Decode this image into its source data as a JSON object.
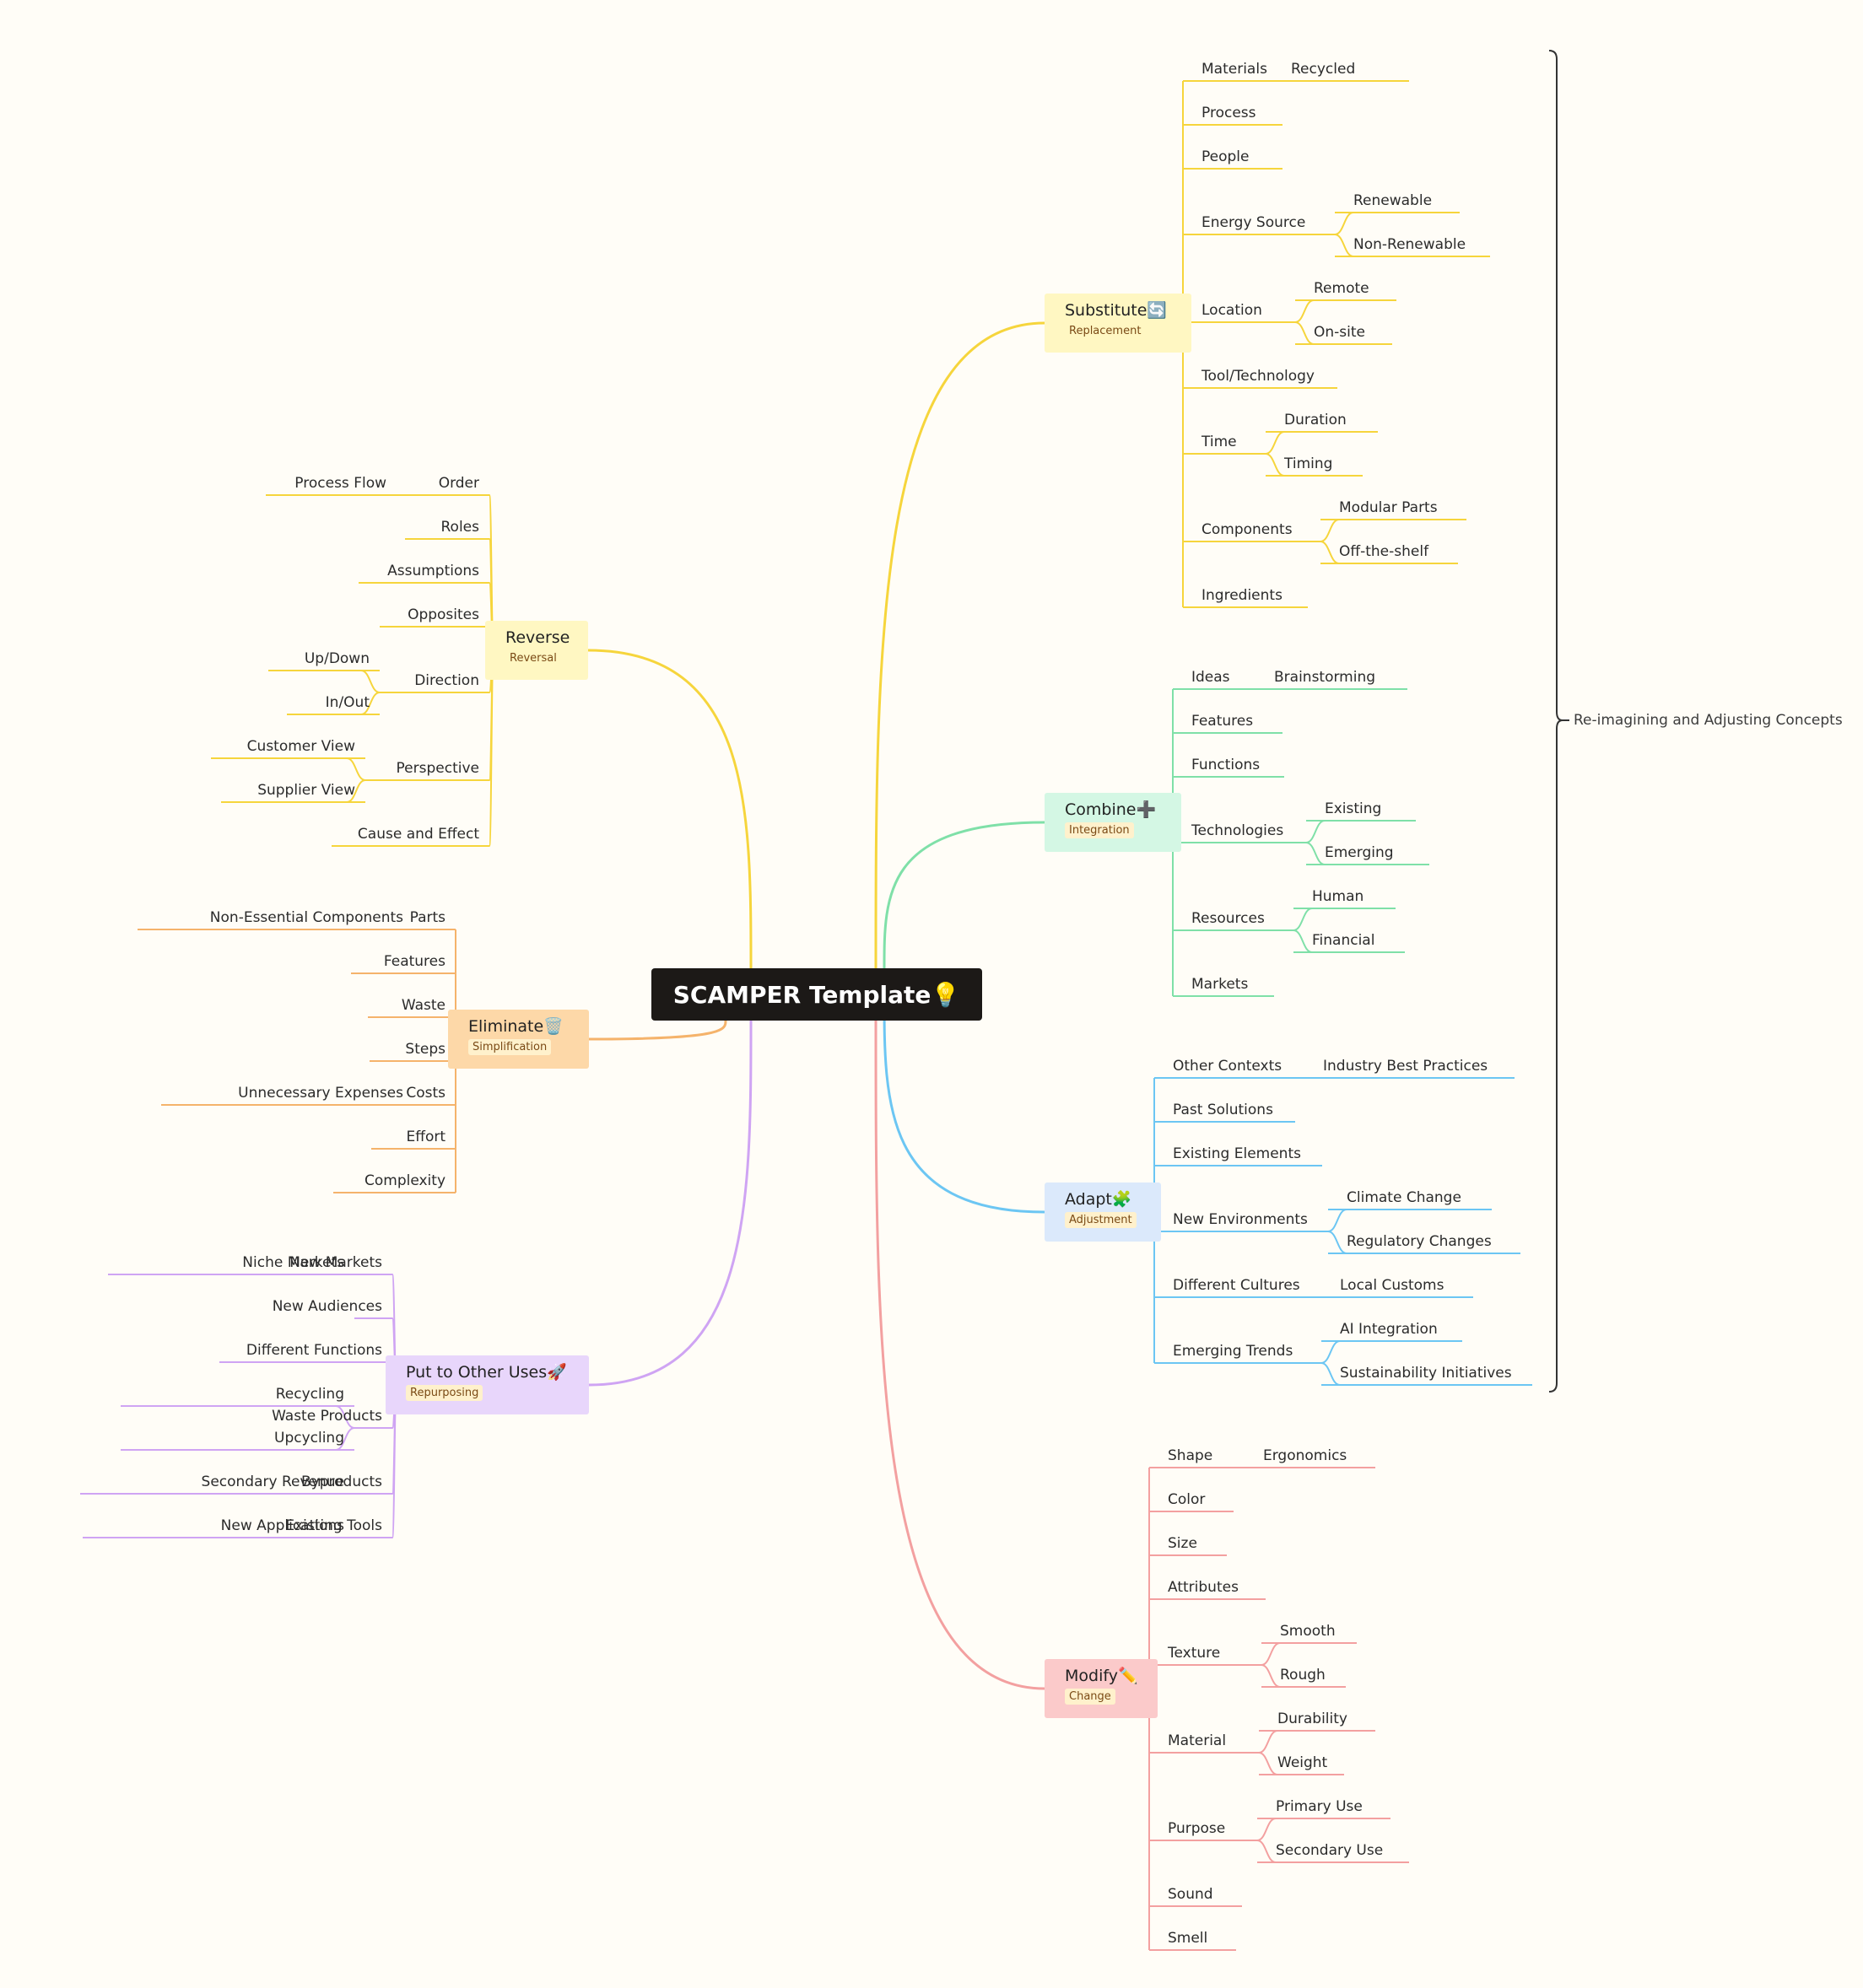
{
  "root": {
    "title": "SCAMPER Template💡"
  },
  "summary": {
    "label": "Re-imagining and Adjusting Concepts"
  },
  "branches": {
    "substitute": {
      "title": "Substitute🔄",
      "tag": "Replacement",
      "color": "#f6d53c",
      "fill": "#fff7c2",
      "children": [
        "Materials",
        "Recycled",
        "Process",
        "People",
        "Energy Source",
        "Renewable",
        "Non-Renewable",
        "Location",
        "Remote",
        "On-site",
        "Tool/Technology",
        "Time",
        "Duration",
        "Timing",
        "Components",
        "Modular Parts",
        "Off-the-shelf",
        "Ingredients"
      ]
    },
    "combine": {
      "title": "Combine➕",
      "tag": "Integration",
      "color": "#7fe0a8",
      "fill": "#d4f7e4",
      "children": [
        "Ideas",
        "Brainstorming",
        "Features",
        "Functions",
        "Technologies",
        "Existing",
        "Emerging",
        "Resources",
        "Human",
        "Financial",
        "Markets"
      ]
    },
    "adapt": {
      "title": "Adapt🧩",
      "tag": "Adjustment",
      "color": "#6cc6f3",
      "fill": "#dbe9fb",
      "children": [
        "Other Contexts",
        "Industry Best Practices",
        "Past Solutions",
        "Existing Elements",
        "New Environments",
        "Climate Change",
        "Regulatory Changes",
        "Different Cultures",
        "Local Customs",
        "Emerging Trends",
        "AI Integration",
        "Sustainability Initiatives"
      ]
    },
    "modify": {
      "title": "Modify✏️",
      "tag": "Change",
      "color": "#f3a0a0",
      "fill": "#fbcaca",
      "children": [
        "Shape",
        "Ergonomics",
        "Color",
        "Size",
        "Attributes",
        "Texture",
        "Smooth",
        "Rough",
        "Material",
        "Durability",
        "Weight",
        "Purpose",
        "Primary Use",
        "Secondary Use",
        "Sound",
        "Smell"
      ]
    },
    "reverse": {
      "title": "Reverse",
      "tag": "Reversal",
      "color": "#f6d53c",
      "fill": "#fff7c2",
      "children": [
        "Order",
        "Process Flow",
        "Roles",
        "Assumptions",
        "Opposites",
        "Direction",
        "Up/Down",
        "In/Out",
        "Perspective",
        "Customer View",
        "Supplier View",
        "Cause and Effect"
      ]
    },
    "eliminate": {
      "title": "Eliminate🗑️",
      "tag": "Simplification",
      "color": "#f5b36b",
      "fill": "#fdd8a8",
      "children": [
        "Parts",
        "Non-Essential Components",
        "Features",
        "Waste",
        "Steps",
        "Costs",
        "Unnecessary Expenses",
        "Effort",
        "Complexity"
      ]
    },
    "put": {
      "title": "Put to Other Uses🚀",
      "tag": "Repurposing",
      "color": "#cfa4f3",
      "fill": "#e8d6fb",
      "children": [
        "New Markets",
        "Niche Markets",
        "New Audiences",
        "Different Functions",
        "Waste Products",
        "Recycling",
        "Upcycling",
        "Byproducts",
        "Secondary Revenue",
        "Existing Tools",
        "New Applications"
      ]
    }
  }
}
